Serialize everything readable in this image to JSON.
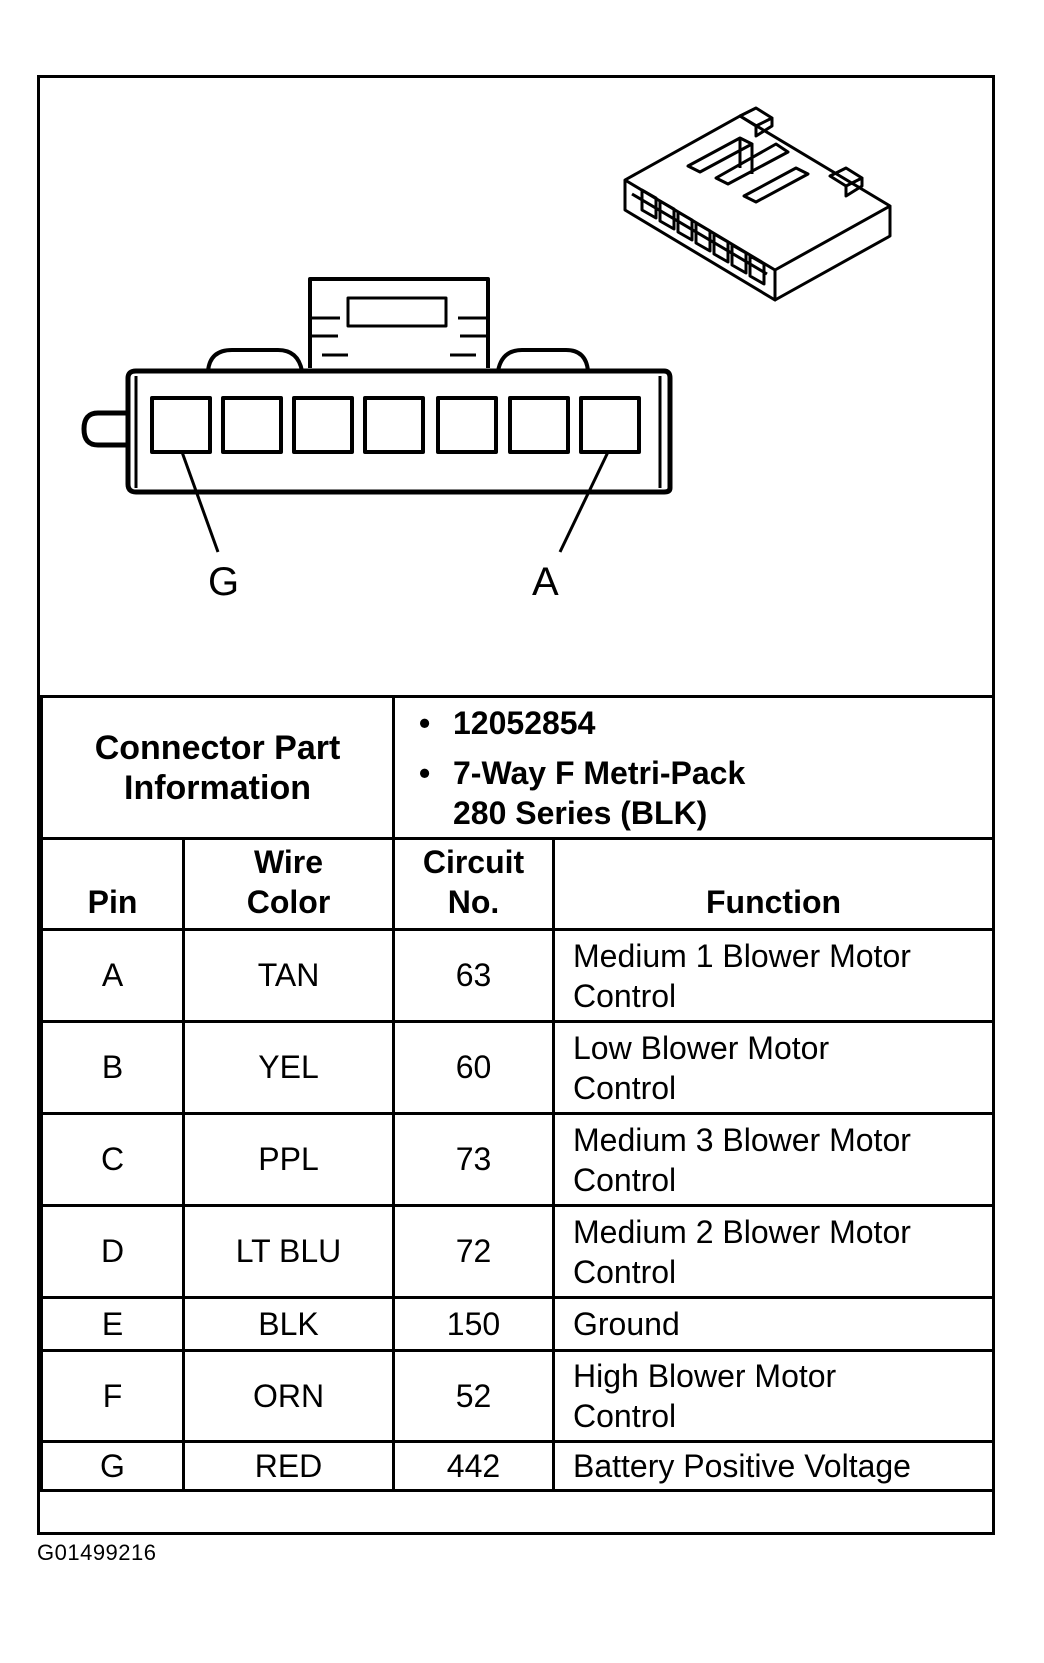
{
  "diagram": {
    "pin_left_label": "G",
    "pin_right_label": "A"
  },
  "connector_part_information": {
    "title_line1": "Connector Part",
    "title_line2": "Information",
    "part_number": "12052854",
    "description_line1": "7-Way F Metri-Pack",
    "description_line2": "280 Series (BLK)"
  },
  "table": {
    "headers": {
      "pin": "Pin",
      "wire_color_line1": "Wire",
      "wire_color_line2": "Color",
      "circuit_line1": "Circuit",
      "circuit_line2": "No.",
      "function": "Function"
    },
    "rows": [
      {
        "pin": "A",
        "wire_color": "TAN",
        "circuit": "63",
        "function_line1": "Medium 1 Blower Motor",
        "function_line2": "Control"
      },
      {
        "pin": "B",
        "wire_color": "YEL",
        "circuit": "60",
        "function_line1": "Low Blower Motor",
        "function_line2": "Control"
      },
      {
        "pin": "C",
        "wire_color": "PPL",
        "circuit": "73",
        "function_line1": "Medium 3 Blower Motor",
        "function_line2": "Control"
      },
      {
        "pin": "D",
        "wire_color": "LT BLU",
        "circuit": "72",
        "function_line1": "Medium 2 Blower Motor",
        "function_line2": "Control"
      },
      {
        "pin": "E",
        "wire_color": "BLK",
        "circuit": "150",
        "function_line1": "Ground",
        "function_line2": ""
      },
      {
        "pin": "F",
        "wire_color": "ORN",
        "circuit": "52",
        "function_line1": "High Blower Motor",
        "function_line2": "Control"
      },
      {
        "pin": "G",
        "wire_color": "RED",
        "circuit": "442",
        "function_line1": "Battery Positive Voltage",
        "function_line2": ""
      }
    ]
  },
  "footer": {
    "figure_id": "G01499216"
  }
}
